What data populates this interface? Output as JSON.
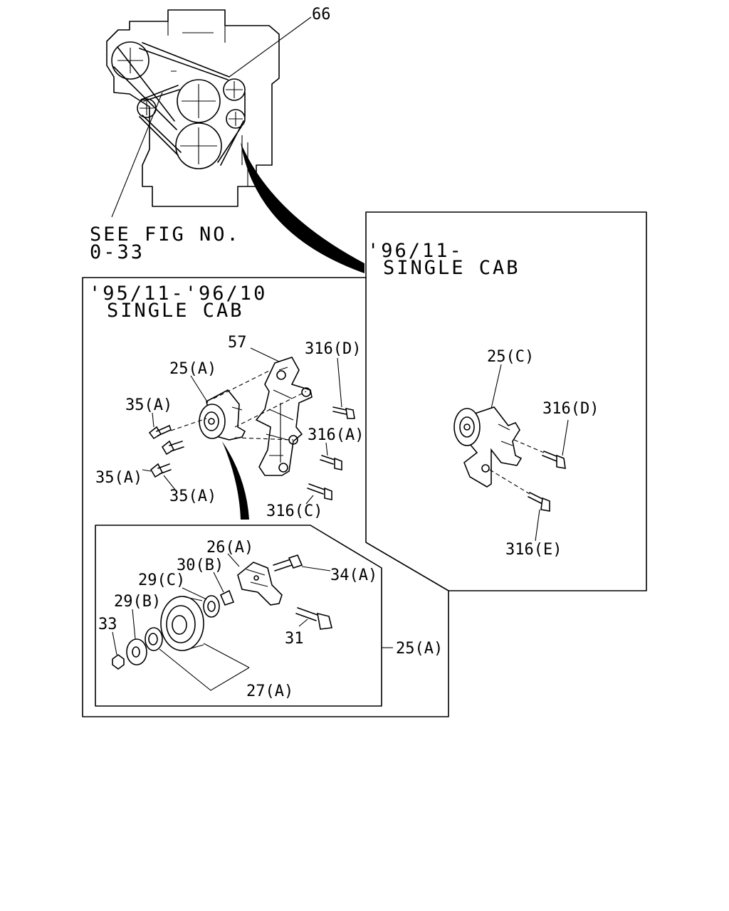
{
  "engine": {
    "label_66": "66",
    "see_fig_line1": "SEE FIG NO.",
    "see_fig_line2": "0-33"
  },
  "panel_left": {
    "date_range": "'95/11-'96/10",
    "cab": "SINGLE CAB",
    "labels": {
      "p57": "57",
      "p316d": "316(D)",
      "p25a": "25(A)",
      "p35a_1": "35(A)",
      "p316a": "316(A)",
      "p35a_2": "35(A)",
      "p35a_3": "35(A)",
      "p316c": "316(C)"
    }
  },
  "panel_detail": {
    "labels": {
      "p26a": "26(A)",
      "p30b": "30(B)",
      "p29c": "29(C)",
      "p34a": "34(A)",
      "p29b": "29(B)",
      "p33": "33",
      "p31": "31",
      "p25a": "25(A)",
      "p27a": "27(A)"
    }
  },
  "panel_right": {
    "date_range": "'96/11-",
    "cab": "SINGLE CAB",
    "labels": {
      "p25c": "25(C)",
      "p316d": "316(D)",
      "p316e": "316(E)"
    }
  }
}
